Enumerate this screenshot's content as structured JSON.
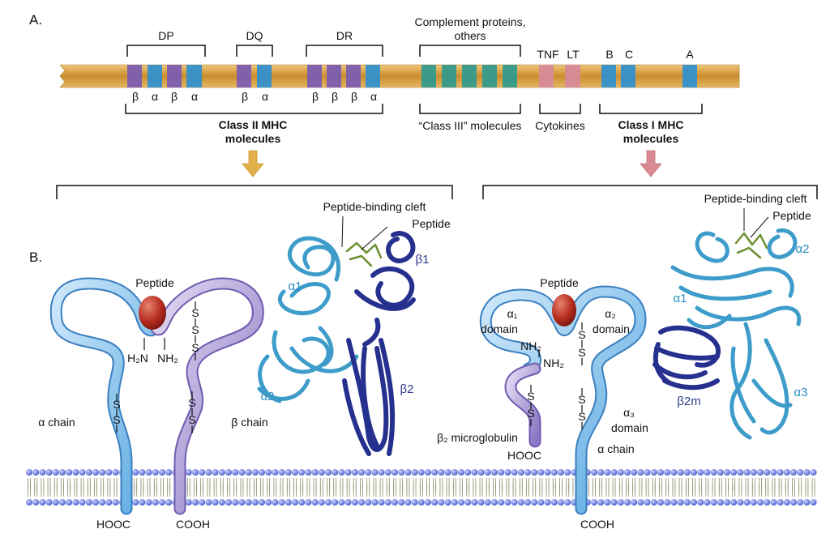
{
  "panel_a": {
    "label": "A.",
    "groups": {
      "dp": "DP",
      "dq": "DQ",
      "dr": "DR",
      "complement_line1": "Complement proteins,",
      "complement_line2": "others",
      "tnf": "TNF",
      "lt": "LT",
      "b": "B",
      "c": "C",
      "a": "A"
    },
    "subunit_labels": {
      "dp": [
        "β",
        "α",
        "β",
        "α"
      ],
      "dq": [
        "β",
        "α"
      ],
      "dr": [
        "β",
        "β",
        "β",
        "α"
      ]
    },
    "below": {
      "class_ii_line1": "Class II MHC",
      "class_ii_line2": "molecules",
      "class_iii": "“Class III” molecules",
      "cytokines": "Cytokines",
      "class_i_line1": "Class I MHC",
      "class_i_line2": "molecules"
    }
  },
  "panel_b": {
    "label": "B.",
    "class_ii": {
      "peptide": "Peptide",
      "h2n": "H₂N",
      "nh2": "NH₂",
      "ss": "S",
      "alpha_chain": "α chain",
      "beta_chain": "β chain",
      "hooc": "HOOC",
      "cooh": "COOH",
      "binding_cleft": "Peptide-binding cleft",
      "cleft_peptide": "Peptide",
      "a1": "α1",
      "b1": "β1",
      "a2": "α2",
      "b2": "β2"
    },
    "class_i": {
      "peptide": "Peptide",
      "alpha1_domain": "α₁",
      "alpha2_domain": "α₂",
      "alpha3_domain": "α₃",
      "domain_word": "domain",
      "nh2_a": "NH₂",
      "nh2_b": "NH₂",
      "b2m_label": "β₂ microglobulin",
      "hooc": "HOOC",
      "alpha_chain": "α chain",
      "cooh": "COOH",
      "binding_cleft": "Peptide-binding cleft",
      "cleft_peptide": "Peptide",
      "a1": "α1",
      "a2": "α2",
      "a3": "α3",
      "b2m": "β2m"
    }
  },
  "colors": {
    "chromosome": "#d9a34a",
    "class_ii_beta": "#7a5bb3",
    "class_ii_alpha": "#2f8fd0",
    "class_iii": "#2f9a8e",
    "cytokine": "#d68a9a",
    "class_i": "#2f8fd0",
    "alpha_chain": "#8fc6ee",
    "beta_chain": "#b3a4d8",
    "peptide": "#b22a1e",
    "ribbon_light": "#3d9cc9",
    "ribbon_dark": "#26308f",
    "arrow_ii": "#e2b04a",
    "arrow_i": "#d98a93",
    "membrane_head": "#6f7fd6"
  }
}
